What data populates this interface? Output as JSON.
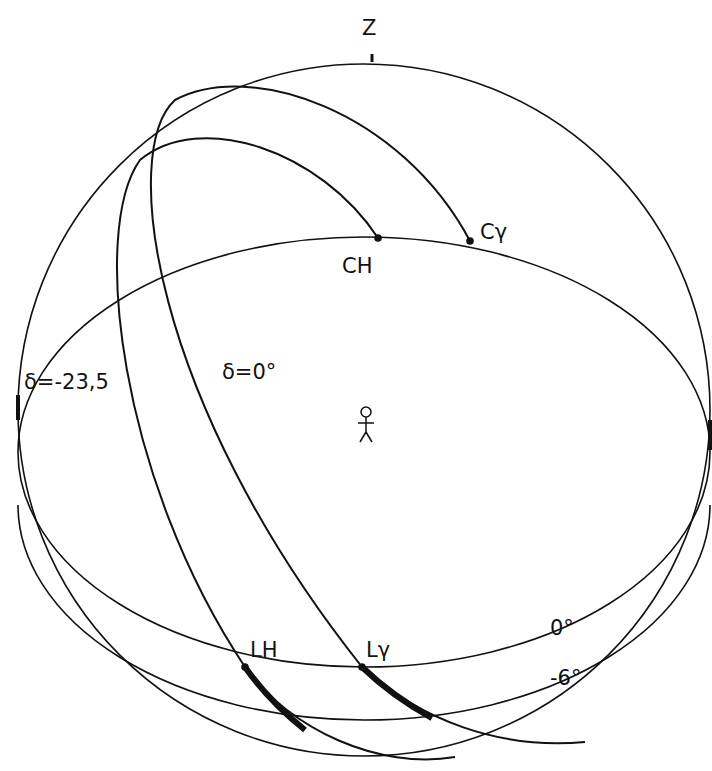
{
  "diagram": {
    "labels": [
      "Z",
      "Cγ",
      "CH",
      "δ=0°",
      "δ=-23,5",
      "Lγ",
      "LH",
      "0°",
      "-6°"
    ]
  }
}
